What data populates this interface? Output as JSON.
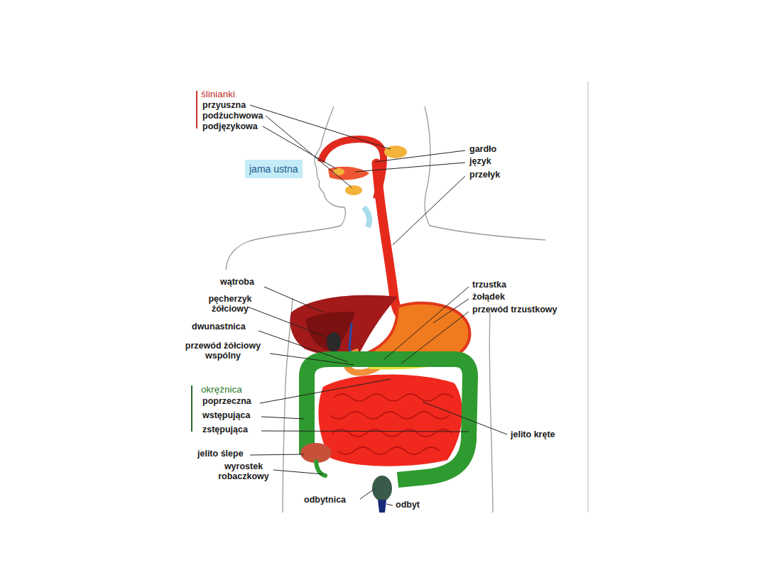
{
  "diagram": {
    "nodes": [
      {
        "text": [
          "jama ustna"
        ]
      }
    ],
    "labels": [
      "ślinianki",
      "przyuszna",
      "podżuchwowa",
      "podjęzykowa",
      "gardło",
      "język",
      "przełyk",
      "wątroba",
      "pęcherzyk żółciowy",
      "dwunastnica",
      "przewód żółciowy wspólny",
      "trzustka",
      "żołądek",
      "przewód trzustkowy",
      "okrężnica",
      "poprzeczna",
      "wstępująca",
      "zstępująca",
      "jelito ślepe",
      "wyrostek robaczkowy",
      "jelito kręte",
      "odbytnica",
      "odbyt"
    ]
  }
}
